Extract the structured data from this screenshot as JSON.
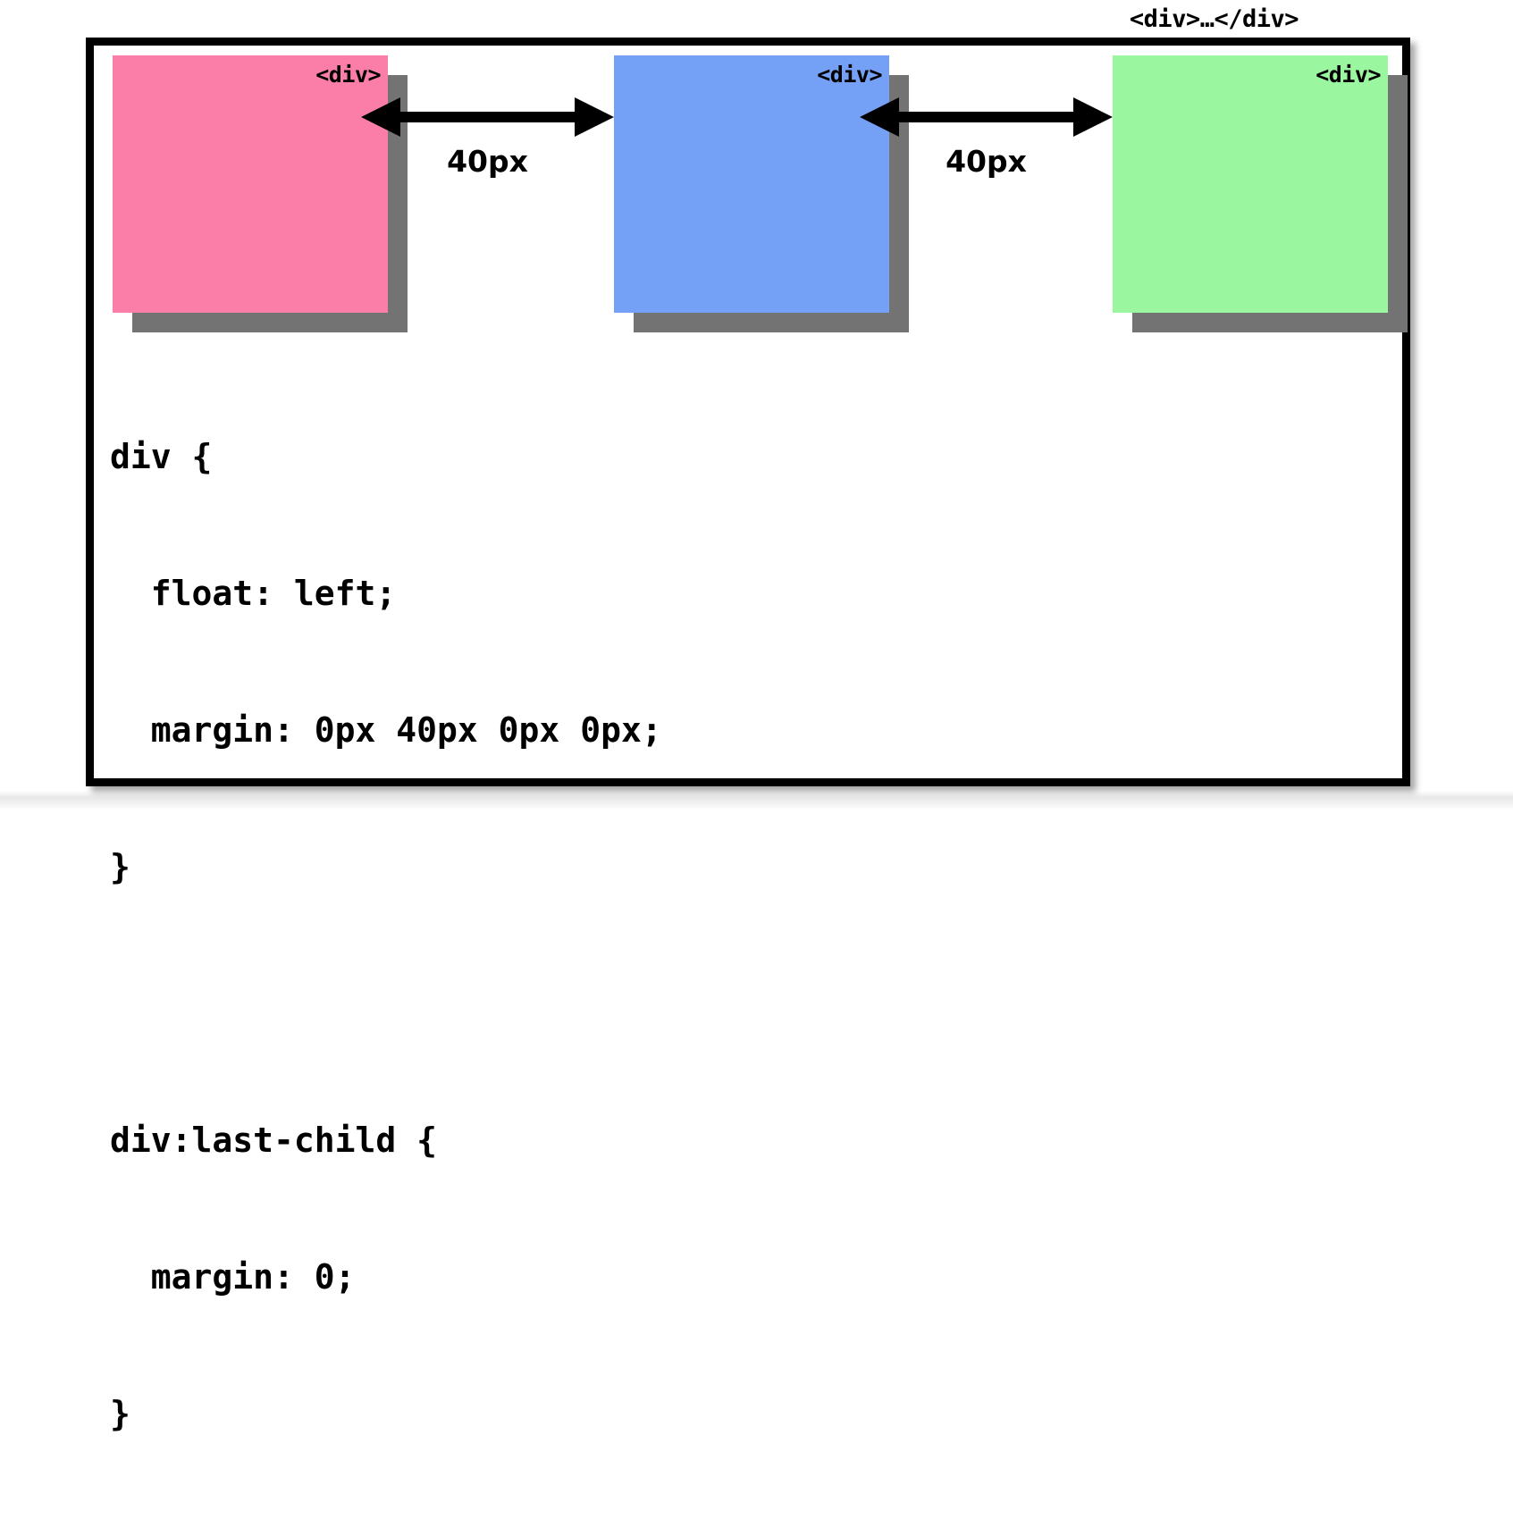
{
  "slide": {
    "caption": "<div>…</div>"
  },
  "boxes": [
    {
      "name": "pink-div-box",
      "label": "<div>",
      "color": "#fa7ea8"
    },
    {
      "name": "blue-div-box",
      "label": "<div>",
      "color": "#74a0f5"
    },
    {
      "name": "green-div-box",
      "label": "<div>",
      "color": "#9bf79f"
    }
  ],
  "measurements": [
    {
      "label": "40px"
    },
    {
      "label": "40px"
    }
  ],
  "code": {
    "lines": [
      "div {",
      "  float: left;",
      "  margin: 0px 40px 0px 0px;",
      "}",
      "",
      "div:last-child {",
      "  margin: 0;",
      "}"
    ]
  },
  "colors": {
    "frame_border": "#000000",
    "box_shadow": "#737373",
    "page_background": "#ffffff",
    "text": "#000000"
  }
}
